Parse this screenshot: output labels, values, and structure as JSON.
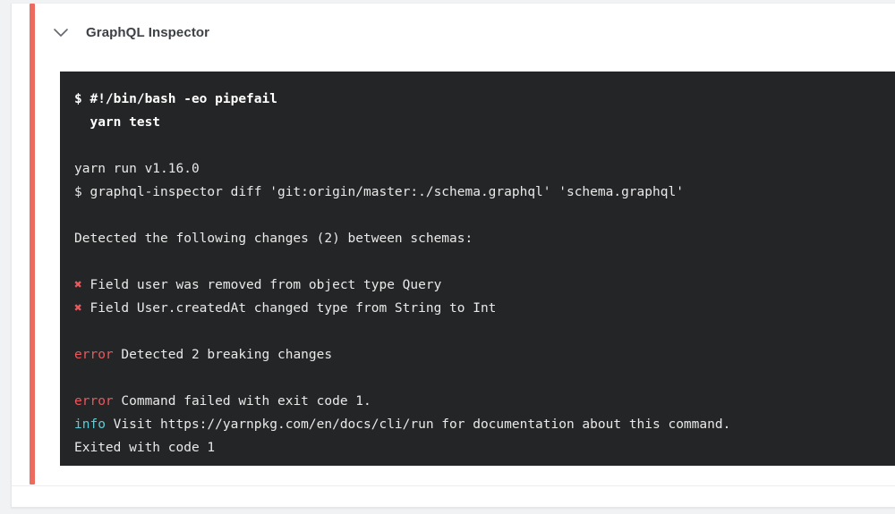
{
  "job": {
    "title": "GraphQL Inspector",
    "collapse_icon": "chevron-down-icon",
    "status_color": "#ec6a5e"
  },
  "terminal": {
    "background": "#242526",
    "text_color": "#e9e9e9",
    "error_color": "#e8595e",
    "info_color": "#5ecbd6",
    "lines": [
      {
        "id": "l1",
        "type": "command",
        "text": "$ #!/bin/bash -eo pipefail"
      },
      {
        "id": "l2",
        "type": "command",
        "text": "  yarn test"
      },
      {
        "id": "l3",
        "type": "blank",
        "text": ""
      },
      {
        "id": "l4",
        "type": "plain",
        "text": "yarn run v1.16.0"
      },
      {
        "id": "l5",
        "type": "plain",
        "text": "$ graphql-inspector diff 'git:origin/master:./schema.graphql' 'schema.graphql'"
      },
      {
        "id": "l6",
        "type": "blank",
        "text": ""
      },
      {
        "id": "l7",
        "type": "plain",
        "text": "Detected the following changes (2) between schemas:"
      },
      {
        "id": "l8",
        "type": "blank",
        "text": ""
      },
      {
        "id": "l9",
        "type": "cross",
        "marker": "✖",
        "text": " Field user was removed from object type Query"
      },
      {
        "id": "l10",
        "type": "cross",
        "marker": "✖",
        "text": " Field User.createdAt changed type from String to Int"
      },
      {
        "id": "l11",
        "type": "blank",
        "text": ""
      },
      {
        "id": "l12",
        "type": "tagged",
        "tag": "error",
        "tag_kind": "error",
        "text": " Detected 2 breaking changes"
      },
      {
        "id": "l13",
        "type": "blank",
        "text": ""
      },
      {
        "id": "l14",
        "type": "tagged",
        "tag": "error",
        "tag_kind": "error",
        "text": " Command failed with exit code 1."
      },
      {
        "id": "l15",
        "type": "tagged",
        "tag": "info",
        "tag_kind": "info",
        "text": " Visit https://yarnpkg.com/en/docs/cli/run for documentation about this command."
      },
      {
        "id": "l16",
        "type": "plain",
        "text": "Exited with code 1"
      }
    ]
  }
}
